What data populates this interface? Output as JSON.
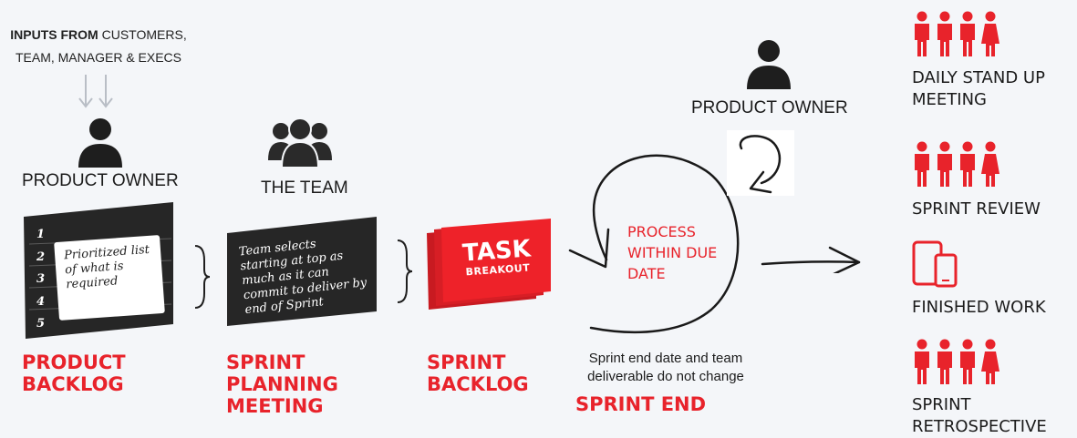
{
  "inputs": {
    "bold": "INPUTS FROM",
    "rest_line1": " CUSTOMERS,",
    "line2": "TEAM, MANAGER & EXECS"
  },
  "product_owner_left": "PRODUCT OWNER",
  "the_team": "THE TEAM",
  "product_owner_right": "PRODUCT OWNER",
  "backlog_card": {
    "numbers": [
      "1",
      "2",
      "3",
      "4",
      "5"
    ],
    "note": "Prioritized list of what is required"
  },
  "planning_card": {
    "text": "Team selects starting at top as much as it can commit to deliver by end of Sprint"
  },
  "task_card": {
    "title": "TASK",
    "subtitle": "BREAKOUT"
  },
  "process_text": "PROCESS WITHIN DUE DATE",
  "stage_titles": {
    "product_backlog": [
      "PRODUCT",
      "BACKLOG"
    ],
    "sprint_planning": [
      "SPRINT",
      "PLANNING",
      "MEETING"
    ],
    "sprint_backlog": [
      "SPRINT",
      "BACKLOG"
    ],
    "sprint_end": "SPRINT END"
  },
  "sprint_end_note": [
    "Sprint end date and team",
    "deliverable do not change"
  ],
  "right_items": {
    "standup": [
      "DAILY STAND UP",
      "MEETING"
    ],
    "review": "SPRINT REVIEW",
    "finished": "FINISHED WORK",
    "retro": [
      "SPRINT",
      "RETROSPECTIVE"
    ]
  },
  "colors": {
    "red": "#e8232b",
    "dark": "#262626",
    "bg": "#f4f6f9"
  }
}
